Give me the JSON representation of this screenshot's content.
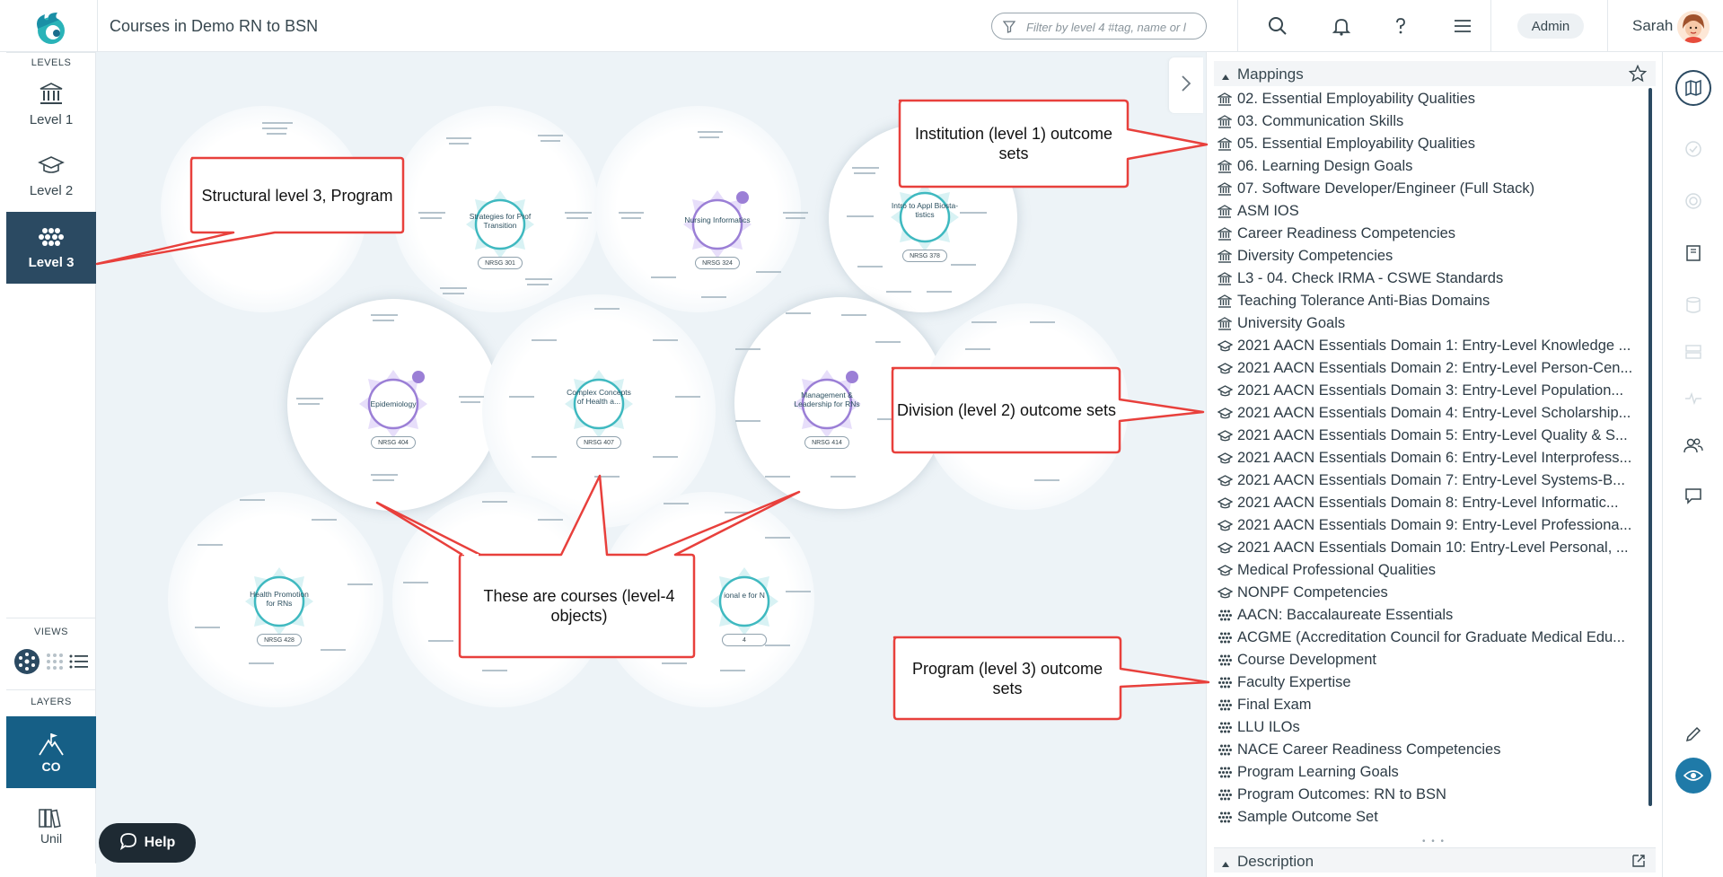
{
  "app": {
    "page_title": "Courses in Demo RN to BSN"
  },
  "search": {
    "placeholder": "Filter by level 4 #tag, name or l"
  },
  "topbar": {
    "admin_label": "Admin",
    "user_name": "Sarah"
  },
  "sidebar": {
    "levels_label": "LEVELS",
    "levels": [
      {
        "label": "Level 1",
        "icon": "institution-icon"
      },
      {
        "label": "Level 2",
        "icon": "graduation-cap-icon"
      },
      {
        "label": "Level 3",
        "icon": "program-dots-icon",
        "active": true
      }
    ],
    "views_label": "VIEWS",
    "views": [
      "radial-view-icon",
      "grid-view-icon",
      "list-view-icon"
    ],
    "layers_label": "LAYERS",
    "layers": [
      {
        "label": "CO",
        "icon": "mountain-flag-icon",
        "active": true
      },
      {
        "label": "Unil",
        "icon": "books-icon"
      }
    ]
  },
  "canvas": {
    "courses": [
      {
        "name": "Strategies for Prof Transition",
        "code": "NRSG 301"
      },
      {
        "name": "Nursing Informatics",
        "code": "NRSG 324"
      },
      {
        "name": "Intro to Appl Biosta-tistics",
        "code": "NRSG 378"
      },
      {
        "name": "Epidemiology",
        "code": "NRSG 404"
      },
      {
        "name": "Complex Concepts of Health a...",
        "code": "NRSG 407"
      },
      {
        "name": "Management & Leadership for RNs",
        "code": "NRSG 414"
      },
      {
        "name": "Health Promotion for RNs",
        "code": "NRSG 428"
      },
      {
        "name": "ional e for N",
        "code": "4"
      }
    ]
  },
  "help": {
    "label": "Help"
  },
  "panel": {
    "mappings_label": "Mappings",
    "description_label": "Description",
    "mappings": [
      {
        "type": "institution",
        "label": "02. Essential Employability Qualities"
      },
      {
        "type": "institution",
        "label": "03. Communication Skills"
      },
      {
        "type": "institution",
        "label": "05. Essential Employability Qualities"
      },
      {
        "type": "institution",
        "label": "06. Learning Design Goals"
      },
      {
        "type": "institution",
        "label": "07. Software Developer/Engineer (Full Stack)"
      },
      {
        "type": "institution",
        "label": "ASM IOS"
      },
      {
        "type": "institution",
        "label": "Career Readiness Competencies"
      },
      {
        "type": "institution",
        "label": "Diversity Competencies"
      },
      {
        "type": "institution",
        "label": "L3 - 04. Check IRMA - CSWE Standards"
      },
      {
        "type": "institution",
        "label": "Teaching Tolerance Anti-Bias Domains"
      },
      {
        "type": "institution",
        "label": "University Goals"
      },
      {
        "type": "division",
        "label": "2021 AACN Essentials Domain 1: Entry-Level Knowledge ..."
      },
      {
        "type": "division",
        "label": "2021 AACN Essentials Domain 2: Entry-Level Person-Cen..."
      },
      {
        "type": "division",
        "label": "2021 AACN Essentials Domain 3: Entry-Level Population..."
      },
      {
        "type": "division",
        "label": "2021 AACN Essentials Domain 4: Entry-Level Scholarship..."
      },
      {
        "type": "division",
        "label": "2021 AACN Essentials Domain 5: Entry-Level Quality & S..."
      },
      {
        "type": "division",
        "label": "2021 AACN Essentials Domain 6: Entry-Level Interprofess..."
      },
      {
        "type": "division",
        "label": "2021 AACN Essentials Domain 7: Entry-Level Systems-B..."
      },
      {
        "type": "division",
        "label": "2021 AACN Essentials Domain 8: Entry-Level Informatic..."
      },
      {
        "type": "division",
        "label": "2021 AACN Essentials Domain 9: Entry-Level Professiona..."
      },
      {
        "type": "division",
        "label": "2021 AACN Essentials Domain 10: Entry-Level Personal, ..."
      },
      {
        "type": "division",
        "label": "Medical Professional Qualities"
      },
      {
        "type": "division",
        "label": "NONPF Competencies"
      },
      {
        "type": "program",
        "label": "AACN: Baccalaureate Essentials"
      },
      {
        "type": "program",
        "label": "ACGME (Accreditation Council for Graduate Medical Edu..."
      },
      {
        "type": "program",
        "label": "Course Development"
      },
      {
        "type": "program",
        "label": "Faculty Expertise"
      },
      {
        "type": "program",
        "label": "Final Exam"
      },
      {
        "type": "program",
        "label": "LLU ILOs"
      },
      {
        "type": "program",
        "label": "NACE Career Readiness Competencies"
      },
      {
        "type": "program",
        "label": "Program Learning Goals"
      },
      {
        "type": "program",
        "label": "Program Outcomes: RN to BSN"
      },
      {
        "type": "program",
        "label": "Sample Outcome Set"
      }
    ]
  },
  "rail": [
    "map-icon",
    "check-circle-icon",
    "target-icon",
    "book-icon",
    "database-icon",
    "layers-icon",
    "pulse-icon",
    "users-icon",
    "comment-icon",
    "pencil-icon",
    "eye-icon"
  ],
  "callouts": {
    "structural": "Structural level 3, Program",
    "institution": "Institution (level 1) outcome sets",
    "division": "Division (level 2) outcome sets",
    "courses": "These are courses (level-4 objects)",
    "program": "Program (level 3) outcome sets"
  },
  "colors": {
    "active_level": "#2b4a62",
    "active_layer": "#165f86",
    "callout_border": "#e8403c",
    "canvas_bg": "#edf3f7"
  }
}
